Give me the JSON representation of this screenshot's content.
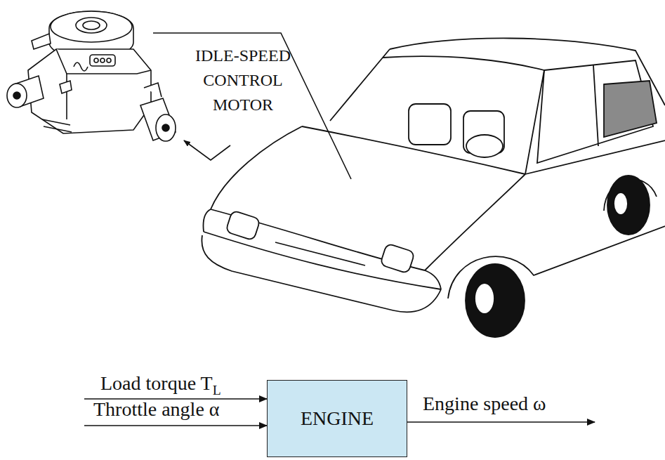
{
  "diagram": {
    "nodes": [
      {
        "text": [
          "ENGINE"
        ]
      }
    ],
    "labels": [
      "IDLE-SPEED CONTROL MOTOR",
      "Load torque TL",
      "Throttle angle α",
      "Engine speed ω"
    ]
  }
}
